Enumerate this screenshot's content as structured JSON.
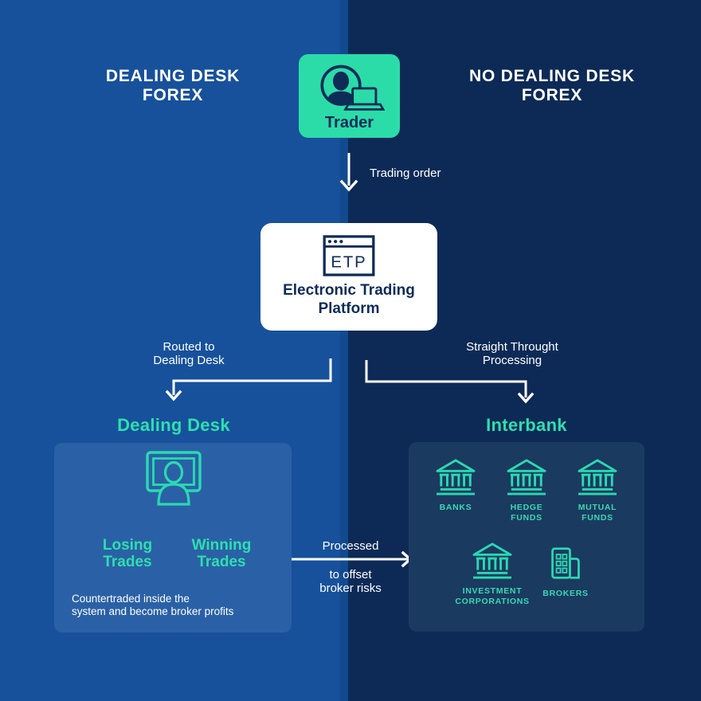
{
  "colors": {
    "left_background": "#17519B",
    "right_background": "#0D2A56",
    "accent_green": "#2BDCA8",
    "teal": "#2EDFAE",
    "panel_left_blue": "#2A61A6",
    "panel_right_navy": "#1B3A5F",
    "navy_text": "#0E2C58",
    "white": "#FFFFFF"
  },
  "header": {
    "left_title": "DEALING DESK\nFOREX",
    "right_title": "NO DEALING DESK\nFOREX"
  },
  "trader": {
    "label": "Trader"
  },
  "etp": {
    "icon_label": "ETP",
    "title": "Electronic Trading\nPlatform"
  },
  "flow": {
    "trading_order": "Trading order",
    "routed": "Routed to\nDealing Desk",
    "straight_through": "Straight Throught\nProcessing",
    "processed": "Processed",
    "offset": "to offset\nbroker risks"
  },
  "dealing_desk": {
    "title": "Dealing Desk",
    "losing": "Losing\nTrades",
    "winning": "Winning\nTrades",
    "note": "Countertraded inside the\nsystem and become broker profits"
  },
  "interbank": {
    "title": "Interbank",
    "members": [
      {
        "label": "BANKS",
        "icon": "bank-icon"
      },
      {
        "label": "HEDGE\nFUNDS",
        "icon": "bank-icon"
      },
      {
        "label": "MUTUAL\nFUNDS",
        "icon": "bank-icon"
      },
      {
        "label": "INVESTMENT\nCORPORATIONS",
        "icon": "bank-icon"
      },
      {
        "label": "BROKERS",
        "icon": "office-building-icon"
      }
    ]
  }
}
